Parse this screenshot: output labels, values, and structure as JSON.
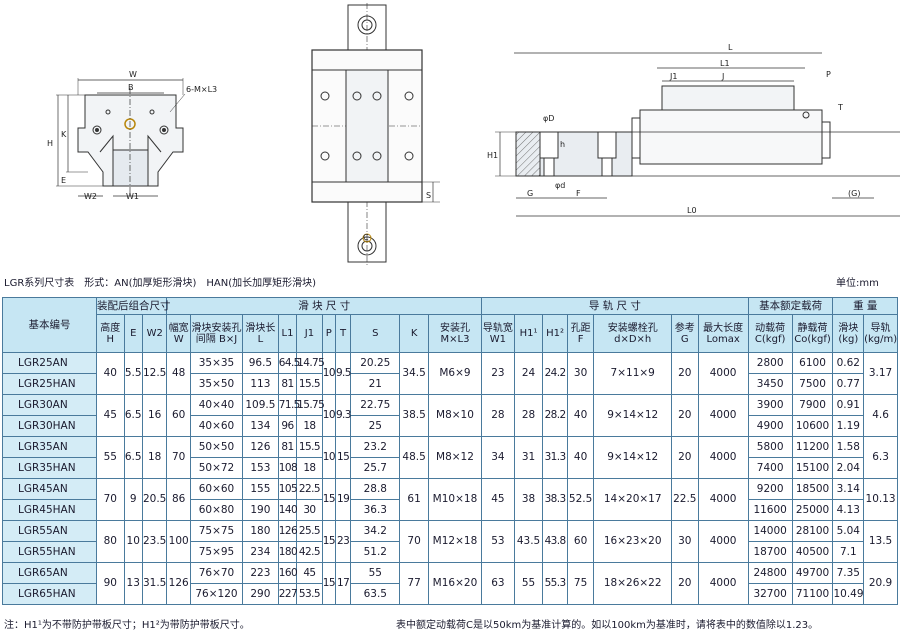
{
  "caption": {
    "title": "LGR系列尺寸表　形式：AN(加厚矩形滑块)　HAN(加长加厚矩形滑块)",
    "unit": "单位:mm"
  },
  "drawing_labels": {
    "W": "W",
    "B": "B",
    "ML": "6-M×L3",
    "H": "H",
    "K": "K",
    "E": "E",
    "W2": "W2",
    "W1": "W1",
    "C": "C",
    "S": "S",
    "L": "L",
    "L1": "L1",
    "J1": "J1",
    "J": "J",
    "P": "P",
    "T": "T",
    "phiD": "φD",
    "h": "h",
    "phid": "φd",
    "H1": "H1",
    "G": "G",
    "F": "F",
    "L0": "L0",
    "Gp": "(G)"
  },
  "table": {
    "groups": {
      "model": "基本编号",
      "assembly": "装配后组合尺寸",
      "block": "滑 块 尺 寸",
      "rail": "导 轨 尺 寸",
      "load": "基本额定载荷",
      "weight": "重 量"
    },
    "headers": {
      "H": "高度 H",
      "E": "E",
      "W2": "W2",
      "W": "幅宽 W",
      "BJ": "滑块安装孔间隔 B×J",
      "L": "滑块长 L",
      "L1": "L1",
      "J1": "J1",
      "P": "P",
      "T": "T",
      "S": "S",
      "K": "K",
      "ML3": "安装孔 M×L3",
      "W1": "导轨宽W1",
      "H1a": "H1¹",
      "H1b": "H1²",
      "F": "孔距 F",
      "dDh": "安装螺栓孔 d×D×h",
      "G": "参考 G",
      "Lmax": "最大长度 Lomax",
      "C": "动载荷 C(kgf)",
      "Co": "静载荷 Co(kgf)",
      "wb": "滑块 (kg)",
      "wr": "导轨 (kg/m)"
    },
    "groups_data": [
      {
        "H": "40",
        "E": "5.5",
        "W2": "12.5",
        "W": "48",
        "P": "10",
        "T": "9.5",
        "K": "34.5",
        "ML3": "M6×9",
        "W1": "23",
        "H1a": "24",
        "H1b": "24.2",
        "F": "30",
        "dDh": "7×11×9",
        "G": "20",
        "Lmax": "4000",
        "wr": "3.17",
        "rows": [
          {
            "model": "LGR25AN",
            "BJ": "35×35",
            "L": "96.5",
            "L1": "64.5",
            "J1": "14.75",
            "S": "20.25",
            "C": "2800",
            "Co": "6100",
            "wb": "0.62"
          },
          {
            "model": "LGR25HAN",
            "BJ": "35×50",
            "L": "113",
            "L1": "81",
            "J1": "15.5",
            "S": "21",
            "C": "3450",
            "Co": "7500",
            "wb": "0.77"
          }
        ]
      },
      {
        "H": "45",
        "E": "6.5",
        "W2": "16",
        "W": "60",
        "P": "10",
        "T": "9.3",
        "K": "38.5",
        "ML3": "M8×10",
        "W1": "28",
        "H1a": "28",
        "H1b": "28.2",
        "F": "40",
        "dDh": "9×14×12",
        "G": "20",
        "Lmax": "4000",
        "wr": "4.6",
        "rows": [
          {
            "model": "LGR30AN",
            "BJ": "40×40",
            "L": "109.5",
            "L1": "71.5",
            "J1": "15.75",
            "S": "22.75",
            "C": "3900",
            "Co": "7900",
            "wb": "0.91"
          },
          {
            "model": "LGR30HAN",
            "BJ": "40×60",
            "L": "134",
            "L1": "96",
            "J1": "18",
            "S": "25",
            "C": "4900",
            "Co": "10600",
            "wb": "1.19"
          }
        ]
      },
      {
        "H": "55",
        "E": "6.5",
        "W2": "18",
        "W": "70",
        "P": "10",
        "T": "15",
        "K": "48.5",
        "ML3": "M8×12",
        "W1": "34",
        "H1a": "31",
        "H1b": "31.3",
        "F": "40",
        "dDh": "9×14×12",
        "G": "20",
        "Lmax": "4000",
        "wr": "6.3",
        "rows": [
          {
            "model": "LGR35AN",
            "BJ": "50×50",
            "L": "126",
            "L1": "81",
            "J1": "15.5",
            "S": "23.2",
            "C": "5800",
            "Co": "11200",
            "wb": "1.58"
          },
          {
            "model": "LGR35HAN",
            "BJ": "50×72",
            "L": "153",
            "L1": "108",
            "J1": "18",
            "S": "25.7",
            "C": "7400",
            "Co": "15100",
            "wb": "2.04"
          }
        ]
      },
      {
        "H": "70",
        "E": "9",
        "W2": "20.5",
        "W": "86",
        "P": "15",
        "T": "19",
        "K": "61",
        "ML3": "M10×18",
        "W1": "45",
        "H1a": "38",
        "H1b": "38.3",
        "F": "52.5",
        "dDh": "14×20×17",
        "G": "22.5",
        "Lmax": "4000",
        "wr": "10.13",
        "rows": [
          {
            "model": "LGR45AN",
            "BJ": "60×60",
            "L": "155",
            "L1": "105",
            "J1": "22.5",
            "S": "28.8",
            "C": "9200",
            "Co": "18500",
            "wb": "3.14"
          },
          {
            "model": "LGR45HAN",
            "BJ": "60×80",
            "L": "190",
            "L1": "140",
            "J1": "30",
            "S": "36.3",
            "C": "11600",
            "Co": "25000",
            "wb": "4.13"
          }
        ]
      },
      {
        "H": "80",
        "E": "10",
        "W2": "23.5",
        "W": "100",
        "P": "15",
        "T": "23",
        "K": "70",
        "ML3": "M12×18",
        "W1": "53",
        "H1a": "43.5",
        "H1b": "43.8",
        "F": "60",
        "dDh": "16×23×20",
        "G": "30",
        "Lmax": "4000",
        "wr": "13.5",
        "rows": [
          {
            "model": "LGR55AN",
            "BJ": "75×75",
            "L": "180",
            "L1": "126",
            "J1": "25.5",
            "S": "34.2",
            "C": "14000",
            "Co": "28100",
            "wb": "5.04"
          },
          {
            "model": "LGR55HAN",
            "BJ": "75×95",
            "L": "234",
            "L1": "180",
            "J1": "42.5",
            "S": "51.2",
            "C": "18700",
            "Co": "40500",
            "wb": "7.1"
          }
        ]
      },
      {
        "H": "90",
        "E": "13",
        "W2": "31.5",
        "W": "126",
        "P": "15",
        "T": "17",
        "K": "77",
        "ML3": "M16×20",
        "W1": "63",
        "H1a": "55",
        "H1b": "55.3",
        "F": "75",
        "dDh": "18×26×22",
        "G": "20",
        "Lmax": "4000",
        "wr": "20.9",
        "rows": [
          {
            "model": "LGR65AN",
            "BJ": "76×70",
            "L": "223",
            "L1": "160",
            "J1": "45",
            "S": "55",
            "C": "24800",
            "Co": "49700",
            "wb": "7.35"
          },
          {
            "model": "LGR65HAN",
            "BJ": "76×120",
            "L": "290",
            "L1": "227",
            "J1": "53.5",
            "S": "63.5",
            "C": "32700",
            "Co": "71100",
            "wb": "10.49"
          }
        ]
      }
    ]
  },
  "footnotes": {
    "left": "注：H1¹为不带防护带板尺寸；H1²为带防护带板尺寸。",
    "right": "表中额定动载荷C是以50km为基准计算的。如以100km为基准时，请将表中的数值除以1.23。"
  }
}
